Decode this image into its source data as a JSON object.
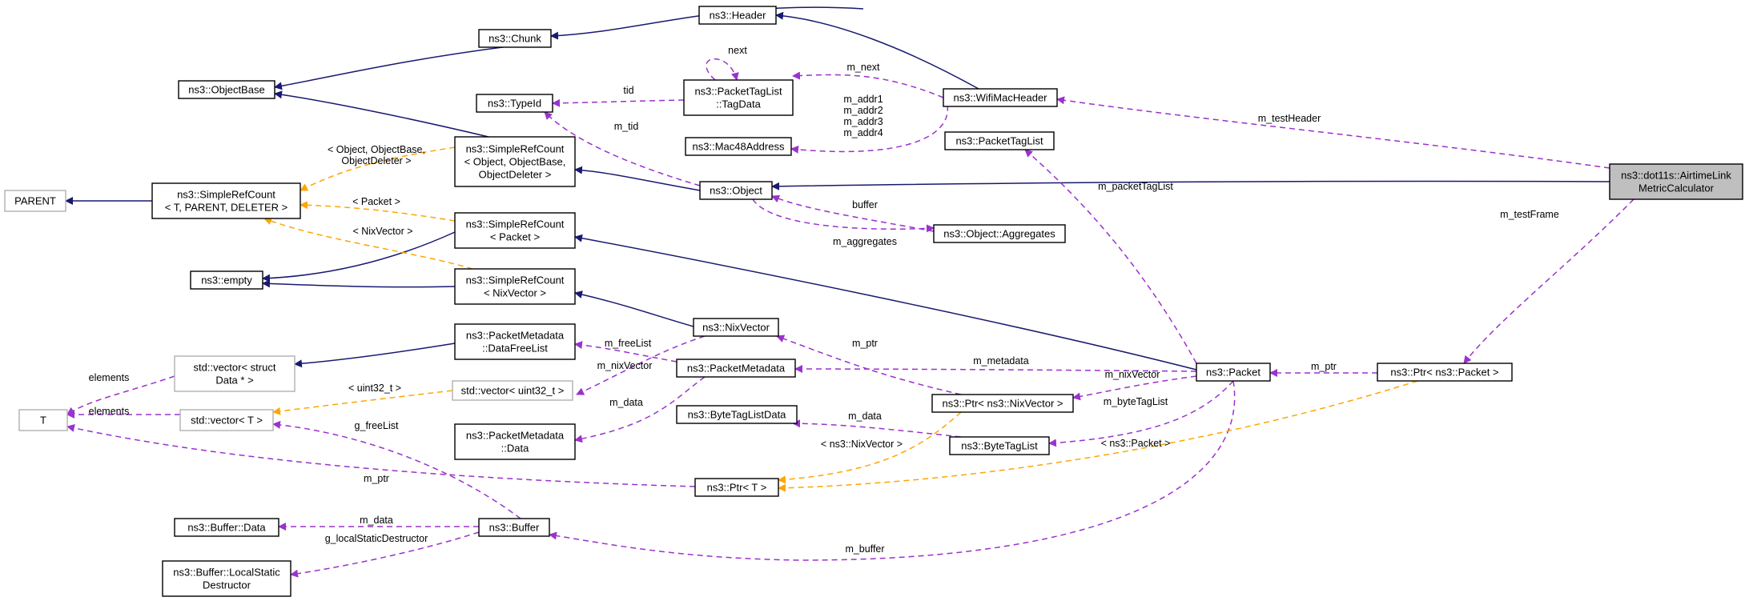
{
  "nodes": {
    "header": [
      "ns3::Header"
    ],
    "chunk": [
      "ns3::Chunk"
    ],
    "objectbase": [
      "ns3::ObjectBase"
    ],
    "typeid": [
      "ns3::TypeId"
    ],
    "tagdata": [
      "ns3::PacketTagList",
      "::TagData"
    ],
    "mac48": [
      "ns3::Mac48Address"
    ],
    "wifimacheader": [
      "ns3::WifiMacHeader"
    ],
    "packettaglist": [
      "ns3::PacketTagList"
    ],
    "parent": [
      "PARENT"
    ],
    "srctpl": [
      "ns3::SimpleRefCount",
      "< T, PARENT, DELETER >"
    ],
    "srcobj": [
      "ns3::SimpleRefCount",
      "< Object, ObjectBase,",
      "ObjectDeleter >"
    ],
    "object": [
      "ns3::Object"
    ],
    "aggregates": [
      "ns3::Object::Aggregates"
    ],
    "srcpacket": [
      "ns3::SimpleRefCount",
      "< Packet >"
    ],
    "empty": [
      "ns3::empty"
    ],
    "srcnix": [
      "ns3::SimpleRefCount",
      "< NixVector >"
    ],
    "nixvector": [
      "ns3::NixVector"
    ],
    "airtime": [
      "ns3::dot11s::AirtimeLink",
      "MetricCalculator"
    ],
    "datafreelist": [
      "ns3::PacketMetadata",
      "::DataFreeList"
    ],
    "vecstruct": [
      "std::vector< struct",
      "Data * >"
    ],
    "packetmetadata": [
      "ns3::PacketMetadata"
    ],
    "vecuint": [
      "std::vector< uint32_t >"
    ],
    "packet": [
      "ns3::Packet"
    ],
    "ptrpacket": [
      "ns3::Ptr< ns3::Packet >"
    ],
    "ptrnix": [
      "ns3::Ptr< ns3::NixVector >"
    ],
    "T": [
      "T"
    ],
    "vecT": [
      "std::vector< T >"
    ],
    "bytetaglistdata": [
      "ns3::ByteTagListData"
    ],
    "metadata": [
      "ns3::PacketMetadata",
      "::Data"
    ],
    "bytetaglist": [
      "ns3::ByteTagList"
    ],
    "ptrT": [
      "ns3::Ptr< T >"
    ],
    "bufferdata": [
      "ns3::Buffer::Data"
    ],
    "buffer": [
      "ns3::Buffer"
    ],
    "bufferlsd": [
      "ns3::Buffer::LocalStatic",
      "Destructor"
    ]
  },
  "edge_labels": {
    "next": [
      "next"
    ],
    "m_next": [
      "m_next"
    ],
    "tid": [
      "tid"
    ],
    "m_addr": [
      "m_addr1",
      "m_addr2",
      "m_addr3",
      "m_addr4"
    ],
    "m_testHeader": [
      "m_testHeader"
    ],
    "m_tid": [
      "m_tid"
    ],
    "tpl_obj": [
      "< Object, ObjectBase,",
      "ObjectDeleter >"
    ],
    "m_packetTagList": [
      "m_packetTagList"
    ],
    "buffer": [
      "buffer"
    ],
    "tpl_packet": [
      "< Packet >"
    ],
    "m_aggregates": [
      "m_aggregates"
    ],
    "tpl_nix": [
      "< NixVector >"
    ],
    "m_testFrame": [
      "m_testFrame"
    ],
    "elements_struct": [
      "elements"
    ],
    "m_freeList": [
      "m_freeList"
    ],
    "m_nixVector_pm": [
      "m_nixVector"
    ],
    "m_ptr_nix": [
      "m_ptr"
    ],
    "m_metadata": [
      "m_metadata"
    ],
    "m_ptr_packet": [
      "m_ptr"
    ],
    "tpl_uint": [
      "< uint32_t >"
    ],
    "m_nixVector": [
      "m_nixVector"
    ],
    "m_data_md": [
      "m_data"
    ],
    "elements_T": [
      "elements"
    ],
    "m_byteTagList": [
      "m_byteTagList"
    ],
    "g_freeList": [
      "g_freeList"
    ],
    "m_data_btl": [
      "m_data"
    ],
    "tpl_ptrnix": [
      "< ns3::NixVector >"
    ],
    "tpl_ptrpacket": [
      "< ns3::Packet >"
    ],
    "m_ptr_T": [
      "m_ptr"
    ],
    "m_data_buf": [
      "m_data"
    ],
    "g_lsd": [
      "g_localStaticDestructor"
    ],
    "m_buffer": [
      "m_buffer"
    ]
  },
  "colors": {
    "inheritance": "#191970",
    "usage": "#9a32cd",
    "template": "#ffa500",
    "highlight_fill": "#bfbfbf"
  }
}
